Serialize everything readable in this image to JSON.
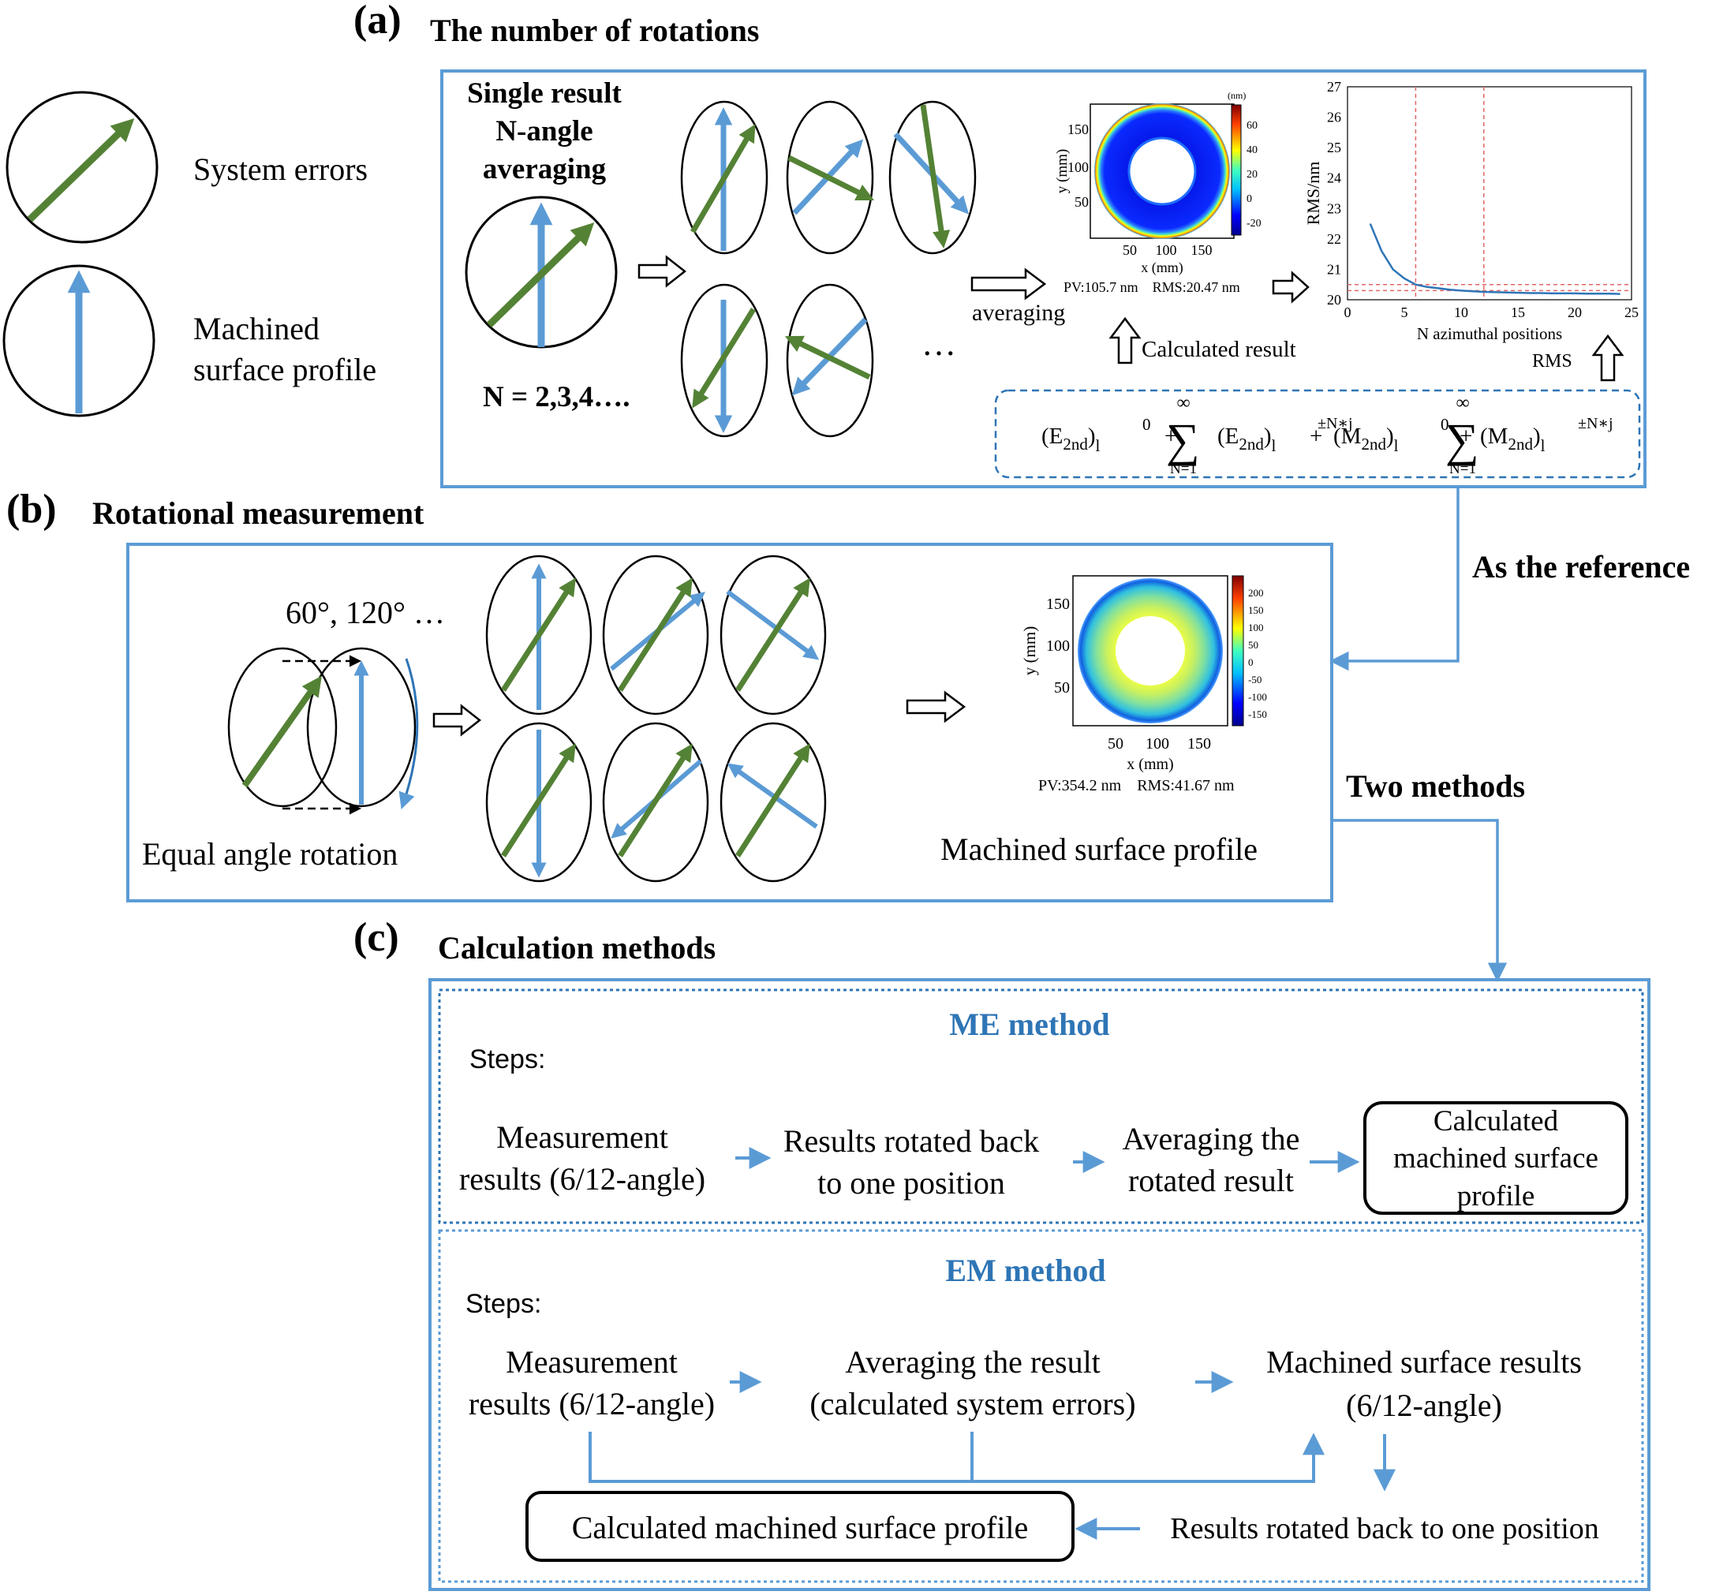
{
  "colors": {
    "blue": "#5b9bd5",
    "green": "#548235",
    "heading_blue": "#2e75b6",
    "red_dash": "#e06666",
    "line_dark": "#000000"
  },
  "panel_a": {
    "label": "(a)",
    "title": "The number of rotations",
    "single_title_1": "Single result",
    "single_title_2": "N-angle",
    "single_title_3": "averaging",
    "n_label": "N = 2,3,4….",
    "ellipsis": "…",
    "averaging_label": "averaging",
    "calculated_label": "Calculated result",
    "rms_label": "RMS",
    "formula": {
      "e0_base": "(E",
      "e_sub": "2nd",
      "e0_close": ")",
      "l": "l",
      "zero": "0",
      "plus": "+",
      "sum": "∑",
      "infinity": "∞",
      "lower": "N=1",
      "exp": "±N∗j",
      "m_base": "(M",
      "m_sub": "2nd"
    },
    "heatmap": {
      "unit": "(nm)",
      "ylabel": "y (mm)",
      "xlabel": "x (mm)",
      "xticks": [
        "50",
        "100",
        "150"
      ],
      "yticks": [
        "150",
        "100",
        "50"
      ],
      "cbar_ticks": [
        "60",
        "40",
        "20",
        "0",
        "-20"
      ],
      "stats": "PV:105.7 nm    RMS:20.47 nm"
    }
  },
  "legend": {
    "system_errors": "System errors",
    "machined_1": "Machined",
    "machined_2": "surface profile"
  },
  "chart_data": {
    "type": "line",
    "xlabel": "N azimuthal positions",
    "ylabel": "RMS/nm",
    "xlim": [
      0,
      25
    ],
    "ylim": [
      20,
      27
    ],
    "xticks": [
      "0",
      "5",
      "10",
      "15",
      "20",
      "25"
    ],
    "yticks": [
      "27",
      "26",
      "25",
      "24",
      "23",
      "22",
      "21",
      "20"
    ],
    "series": [
      {
        "x": [
          2,
          3,
          4,
          5,
          6,
          7,
          8,
          9,
          10,
          11,
          12,
          13,
          14,
          15,
          16,
          17,
          18,
          19,
          20,
          21,
          22,
          23,
          24
        ],
        "values": [
          22.5,
          21.6,
          21.0,
          20.7,
          20.5,
          20.42,
          20.38,
          20.33,
          20.3,
          20.28,
          20.26,
          20.25,
          20.24,
          20.23,
          20.22,
          20.22,
          20.21,
          20.21,
          20.21,
          20.2,
          20.2,
          20.2,
          20.19
        ]
      }
    ],
    "reference_lines": {
      "vertical": [
        6,
        12
      ],
      "horizontal": [
        20.3,
        20.5
      ]
    },
    "grid": false
  },
  "panel_b": {
    "label": "(b)",
    "title": "Rotational measurement",
    "angles": "60°, 120° …",
    "equal_angle": "Equal angle rotation",
    "machined_profile": "Machined surface profile",
    "heatmap": {
      "ylabel": "y (mm)",
      "xlabel": "x (mm)",
      "xticks": [
        "50",
        "100",
        "150"
      ],
      "yticks": [
        "150",
        "100",
        "50"
      ],
      "cbar_ticks": [
        "200",
        "150",
        "100",
        "50",
        "0",
        "-50",
        "-100",
        "-150"
      ],
      "stats": "PV:354.2 nm    RMS:41.67 nm"
    }
  },
  "connectors": {
    "as_reference": "As the reference",
    "two_methods": "Two methods"
  },
  "panel_c": {
    "label": "(c)",
    "title": "Calculation methods",
    "me": {
      "heading": "ME method",
      "steps": "Steps:",
      "step1_a": "Measurement",
      "step1_b": "results (6/12-angle)",
      "step2_a": "Results rotated back",
      "step2_b": "to one position",
      "step3_a": "Averaging the",
      "step3_b": "rotated result",
      "result_a": "Calculated",
      "result_b": "machined surface",
      "result_c": "profile"
    },
    "em": {
      "heading": "EM method",
      "steps": "Steps:",
      "step1_a": "Measurement",
      "step1_b": "results (6/12-angle)",
      "step2_a": "Averaging the result",
      "step2_b": "(calculated system errors)",
      "step3_a": "Machined surface results",
      "step3_b": "(6/12-angle)",
      "rotated": "Results rotated back to one position",
      "final": "Calculated machined surface profile"
    }
  }
}
